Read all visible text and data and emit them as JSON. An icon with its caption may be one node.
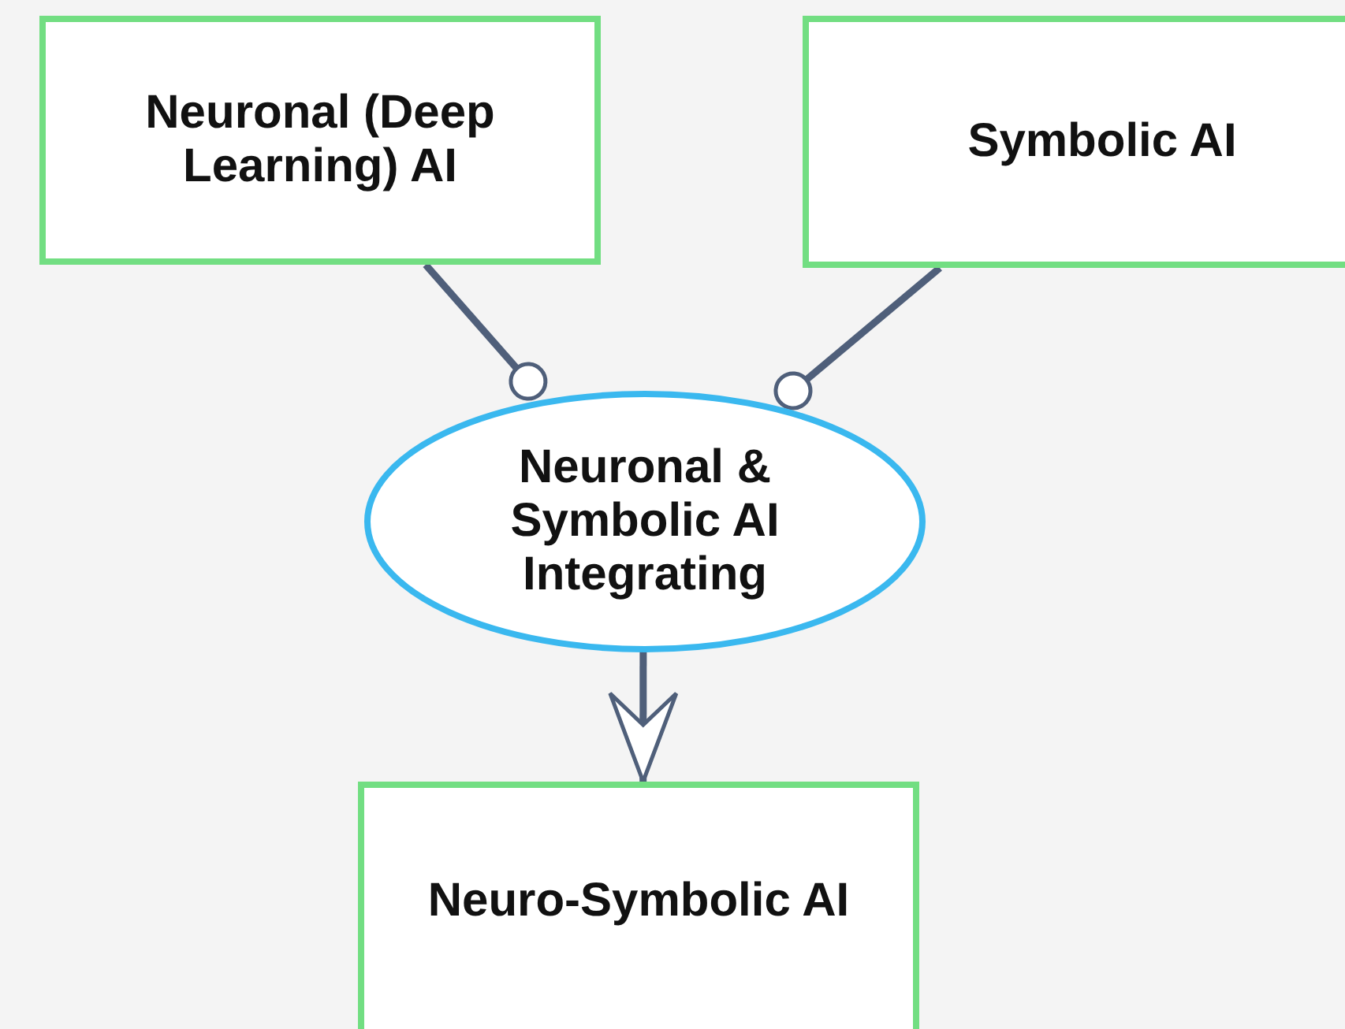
{
  "diagram": {
    "nodes": [
      {
        "text": [
          "Neuronal (Deep Learning) AI"
        ]
      },
      {
        "text": [
          "Symbolic AI"
        ]
      },
      {
        "text": [
          "Neuronal & Symbolic AI Integrating"
        ]
      },
      {
        "text": [
          "Neuro-Symbolic AI"
        ]
      }
    ],
    "edges": [
      {
        "from": 0,
        "to": 2,
        "arrow": "other"
      },
      {
        "from": 1,
        "to": 2,
        "arrow": "other"
      },
      {
        "from": 2,
        "to": 3,
        "arrow": "to"
      }
    ]
  }
}
